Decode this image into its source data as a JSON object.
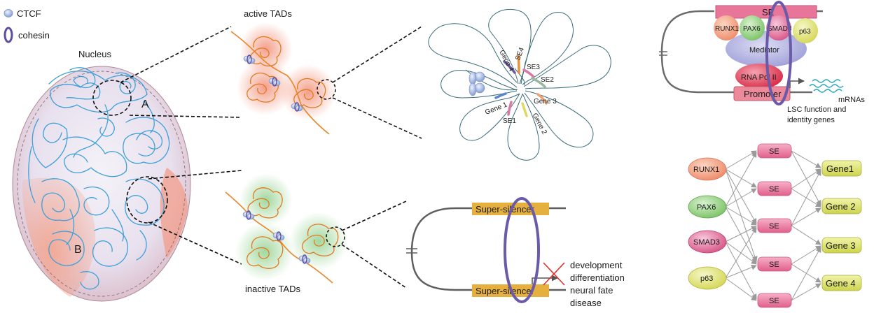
{
  "legend": {
    "ctcf": "CTCF",
    "cohesin": "cohesin"
  },
  "nucleus": {
    "label": "Nucleus",
    "compartment_a": "A",
    "compartment_b": "B"
  },
  "tads": {
    "active_label": "active TADs",
    "inactive_label": "inactive TADs"
  },
  "hub": {
    "genes": [
      "Gene 4",
      "Gene 1",
      "Gene 3",
      "Gene 2"
    ],
    "enhancers": [
      "SE4",
      "SE3",
      "SE2",
      "SE1"
    ]
  },
  "super_enhancer": {
    "se_label": "SE",
    "factors": [
      "RUNX1",
      "PAX6",
      "SMAD3",
      "p63"
    ],
    "mediator": "Mediator",
    "polymerase": "RNA Pol II",
    "promoter": "Promoter",
    "output_1": "mRNAs",
    "output_2": "LSC function and",
    "output_3": "identity genes"
  },
  "silencer": {
    "top_label": "Super-silencer",
    "bottom_label": "Super-silencer",
    "outcomes": [
      "development",
      "differentiation",
      "neural fate",
      "disease"
    ]
  },
  "network": {
    "tfs": [
      "RUNX1",
      "PAX6",
      "SMAD3",
      "p63"
    ],
    "se_nodes": [
      "SE",
      "SE",
      "SE",
      "SE",
      "SE"
    ],
    "genes": [
      "Gene1",
      "Gene 2",
      "Gene 3",
      "Gene 4"
    ]
  },
  "colors": {
    "chromatin_blue": "#4aa3d8",
    "orange_chromatin": "#e8862a",
    "cohesin": "#6a5aa8",
    "se_pink": "#e8759a",
    "gene_yellow": "#dde36a",
    "tad_active_glow": "#f6b3a1",
    "tad_inactive_glow": "#bfe5bd"
  }
}
